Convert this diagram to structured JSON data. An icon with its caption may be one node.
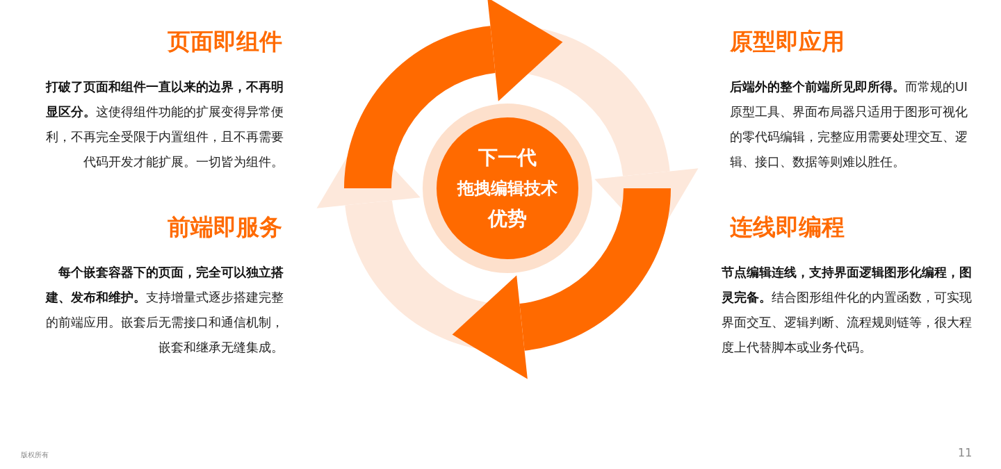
{
  "diagram": {
    "nodes": [
      {
        "text": [
          "下一代",
          "拖拽编辑技术",
          "优势"
        ]
      }
    ],
    "labels": [
      "页面即组件",
      "**打破了页面和组件一直以来的边界，不再明显区分。**这使得组件功能的扩展变得异常便利，不再完全受限于内置组件，且不再需要代码开发才能扩展。一切皆为组件。",
      "原型即应用",
      "**后端外的整个前端所见即所得。**而常规的UI原型工具、界面布局器只适用于图形可视化的零代码编辑，完整应用需要处理交互、逻辑、接口、数据等则难以胜任。",
      "前端即服务",
      "**每个嵌套容器下的页面，完全可以独立搭建、发布和维护。**支持增量式逐步搭建完整的前端应用。嵌套后无需接口和通信机制，嵌套和继承无缝集成。",
      "连线即编程",
      "**节点编辑连线，支持界面逻辑图形化编程，图灵完备。**结合图形组件化的内置函数，可实现界面交互、逻辑判断、流程规则链等，很大程度上代替脚本或业务代码。",
      "版权所有",
      "11"
    ]
  }
}
